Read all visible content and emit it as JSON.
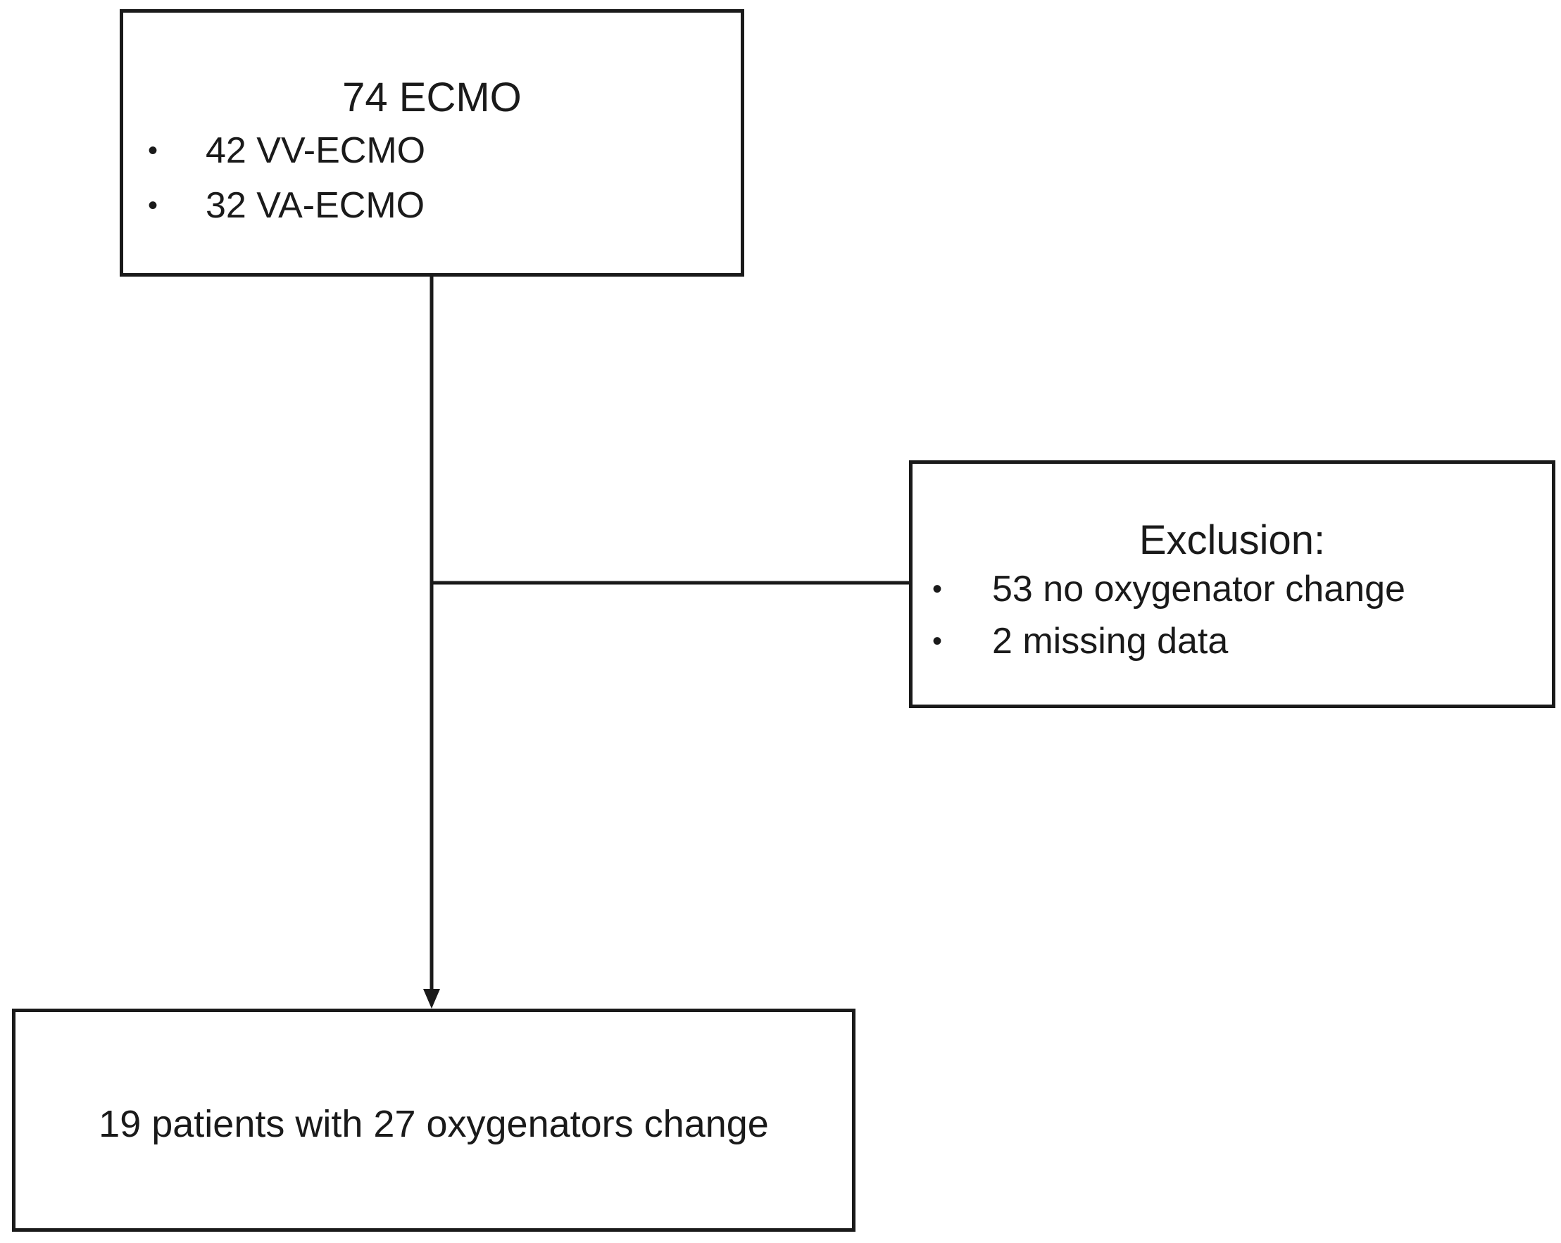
{
  "top_box": {
    "title": "74 ECMO",
    "bullets": [
      "42 VV-ECMO",
      "32 VA-ECMO"
    ]
  },
  "exclusion_box": {
    "title": "Exclusion:",
    "bullets": [
      "53 no oxygenator change",
      "2 missing data"
    ]
  },
  "bottom_box": {
    "text": "19 patients with 27 oxygenators change"
  },
  "colors": {
    "line": "#1a1a1a",
    "background": "#ffffff"
  }
}
